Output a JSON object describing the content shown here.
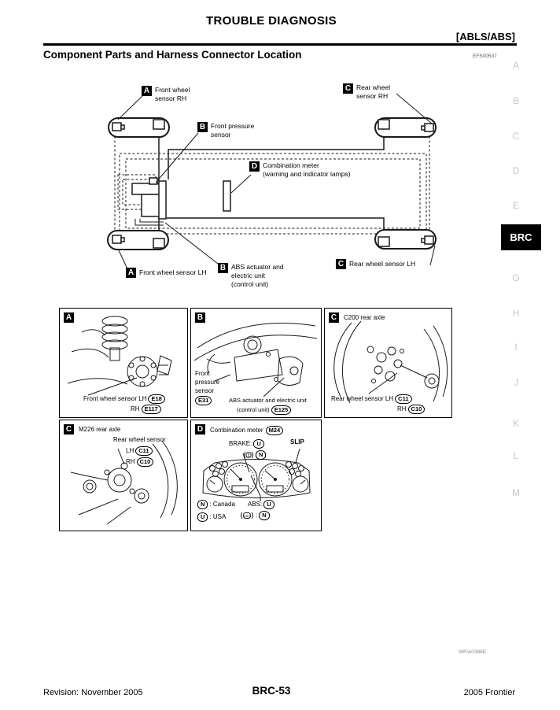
{
  "header": {
    "chapter_title": "TROUBLE DIAGNOSIS",
    "system_tag": "[ABLS/ABS]",
    "page_heading": "Component Parts and Harness Connector Location",
    "doc_code": "EFS00537"
  },
  "sidebar": {
    "letters": [
      "A",
      "B",
      "C",
      "D",
      "E",
      "G",
      "H",
      "I",
      "J",
      "K",
      "L",
      "M"
    ],
    "active_tab": "BRC"
  },
  "diagram": {
    "callout_a_top": {
      "tag": "A",
      "line1": "Front wheel",
      "line2": "sensor RH"
    },
    "callout_b_top": {
      "tag": "B",
      "line1": "Front pressure",
      "line2": "sensor"
    },
    "callout_c_top": {
      "tag": "C",
      "line1": "Rear wheel",
      "line2": "sensor RH"
    },
    "callout_d": {
      "tag": "D",
      "line1": "Combination meter",
      "line2": "(warning and indicator lamps)"
    },
    "callout_a_bottom": {
      "tag": "A",
      "line1": "Front wheel sensor LH"
    },
    "callout_b_bottom": {
      "tag": "B",
      "line1": "ABS actuator and",
      "line2": "electric unit",
      "line3": "(control unit)"
    },
    "callout_c_bottom": {
      "tag": "C",
      "line1": "Rear wheel sensor LH"
    },
    "figure_code": "WFIA0386E"
  },
  "panel_a": {
    "tag": "A",
    "caption": "Front wheel sensor LH",
    "conn_lh": "E18",
    "rh_label": "RH",
    "conn_rh": "E117"
  },
  "panel_b": {
    "tag": "B",
    "left_line1": "Front",
    "left_line2": "pressure",
    "left_line3": "sensor",
    "conn_left": "E31",
    "caption_line1": "ABS actuator and electric unit",
    "caption_line2": "(control unit)",
    "conn": "E125"
  },
  "panel_c200": {
    "tag": "C",
    "title": "C200 rear axle",
    "caption": "Rear wheel sensor LH",
    "conn_lh": "C11",
    "rh_label": "RH",
    "conn_rh": "C10"
  },
  "panel_m226": {
    "tag": "C",
    "title": "M226 rear axle",
    "label": "Rear wheel sensor",
    "lh_label": "LH",
    "conn_lh": "C11",
    "rh_label": "RH",
    "conn_rh": "C10"
  },
  "panel_d": {
    "tag": "D",
    "title": "Combination meter",
    "conn": "M24",
    "brake_label": "BRAKE:",
    "brake_conn": "U",
    "brake_icon_conn": "N",
    "slip_label": "SLIP",
    "abs_label": "ABS:",
    "abs_conn": "U",
    "abs_icon_label": "ABS",
    "abs_icon_conn": "N",
    "legend_n_conn": "N",
    "legend_n_text": ": Canada",
    "legend_u_conn": "U",
    "legend_u_text": ": USA"
  },
  "footer": {
    "revision": "Revision: November 2005",
    "page_number": "BRC-53",
    "model": "2005 Frontier"
  }
}
